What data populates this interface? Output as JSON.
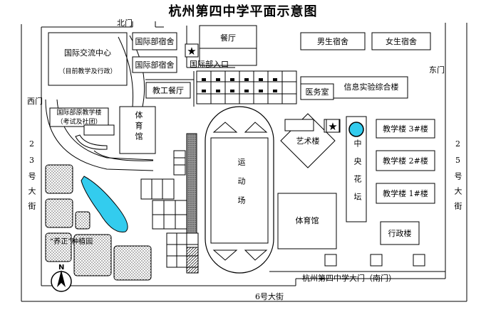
{
  "title": "杭州第四中学平面示意图",
  "gates": {
    "north": "北门",
    "west": "西门",
    "east": "东门",
    "south": "杭州第四中学大门（南门）"
  },
  "streets": {
    "west": "23号大街",
    "east": "25号大街",
    "south": "6号大街"
  },
  "buildings": {
    "intl_exchange_center": "国际交流中心",
    "intl_exchange_center_note": "（目前教学及行政）",
    "intl_dorm_1": "国际部宿舍",
    "intl_dorm_2": "国际部宿舍",
    "canteen": "餐厅",
    "intl_entrance": "国际部入口",
    "staff_canteen": "教工餐厅",
    "intl_teaching": "国际部原教学楼",
    "intl_teaching_note": "（考试及社团）",
    "gym_small": "体育馆",
    "boys_dorm": "男生宿舍",
    "girls_dorm": "女生宿舍",
    "clinic": "医务室",
    "info_lab": "信息实验综合楼",
    "art_building": "艺术楼",
    "central_garden": "中央花坛",
    "teaching_3": "教学楼 3#楼",
    "teaching_2": "教学楼 2#楼",
    "teaching_1": "教学楼 1#楼",
    "admin": "行政楼",
    "sports_field": "运动场",
    "gym_big": "体育馆",
    "garden": "“养正”种植园"
  },
  "compass": "N",
  "colors": {
    "lake": "#33ccee",
    "pond": "#33ccee",
    "line": "#000000"
  },
  "icons": {
    "landmark": "star-icon",
    "compass": "north-arrow-icon"
  }
}
